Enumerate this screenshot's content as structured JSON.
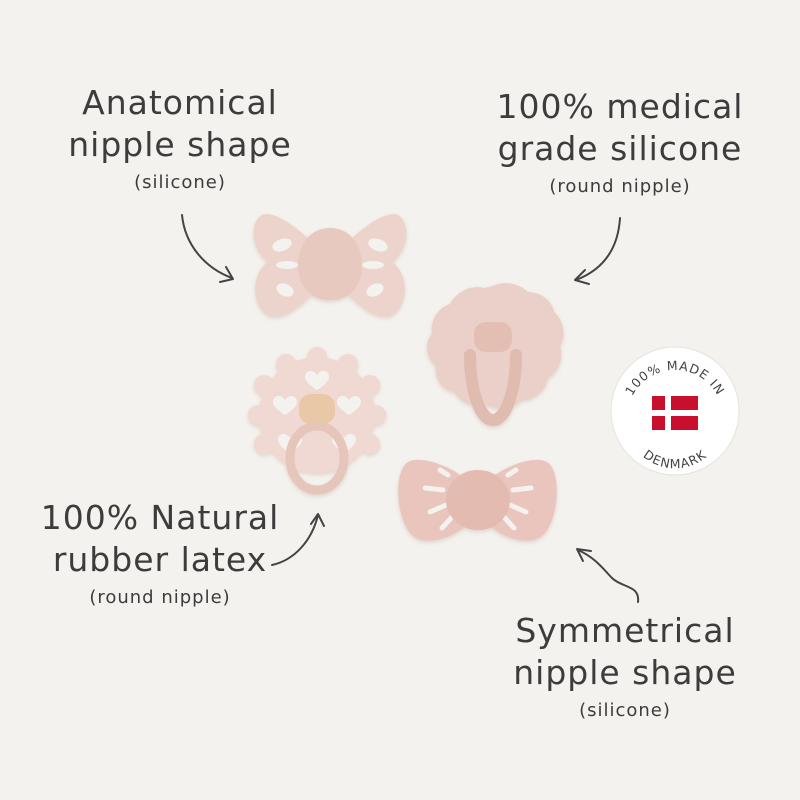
{
  "captions": {
    "top_left": {
      "line1": "Anatomical",
      "line2": "nipple shape",
      "sub": "(silicone)"
    },
    "top_right": {
      "line1": "100% medical",
      "line2": "grade silicone",
      "sub": "(round nipple)"
    },
    "bottom_left": {
      "line1": "100% Natural",
      "line2": "rubber latex",
      "sub": "(round nipple)"
    },
    "bottom_right": {
      "line1": "Symmetrical",
      "line2": "nipple shape",
      "sub": "(silicone)"
    }
  },
  "badge": {
    "top_text": "100% MADE IN",
    "bottom_text": "DENMARK",
    "flag_red": "#c8102e",
    "flag_white": "#ffffff"
  },
  "colors": {
    "background": "#f4f2ee",
    "pacifier_pink": "#ead0c8",
    "pacifier_shadow": "#d9b9ae",
    "latex_nipple": "#e9c8a8"
  }
}
